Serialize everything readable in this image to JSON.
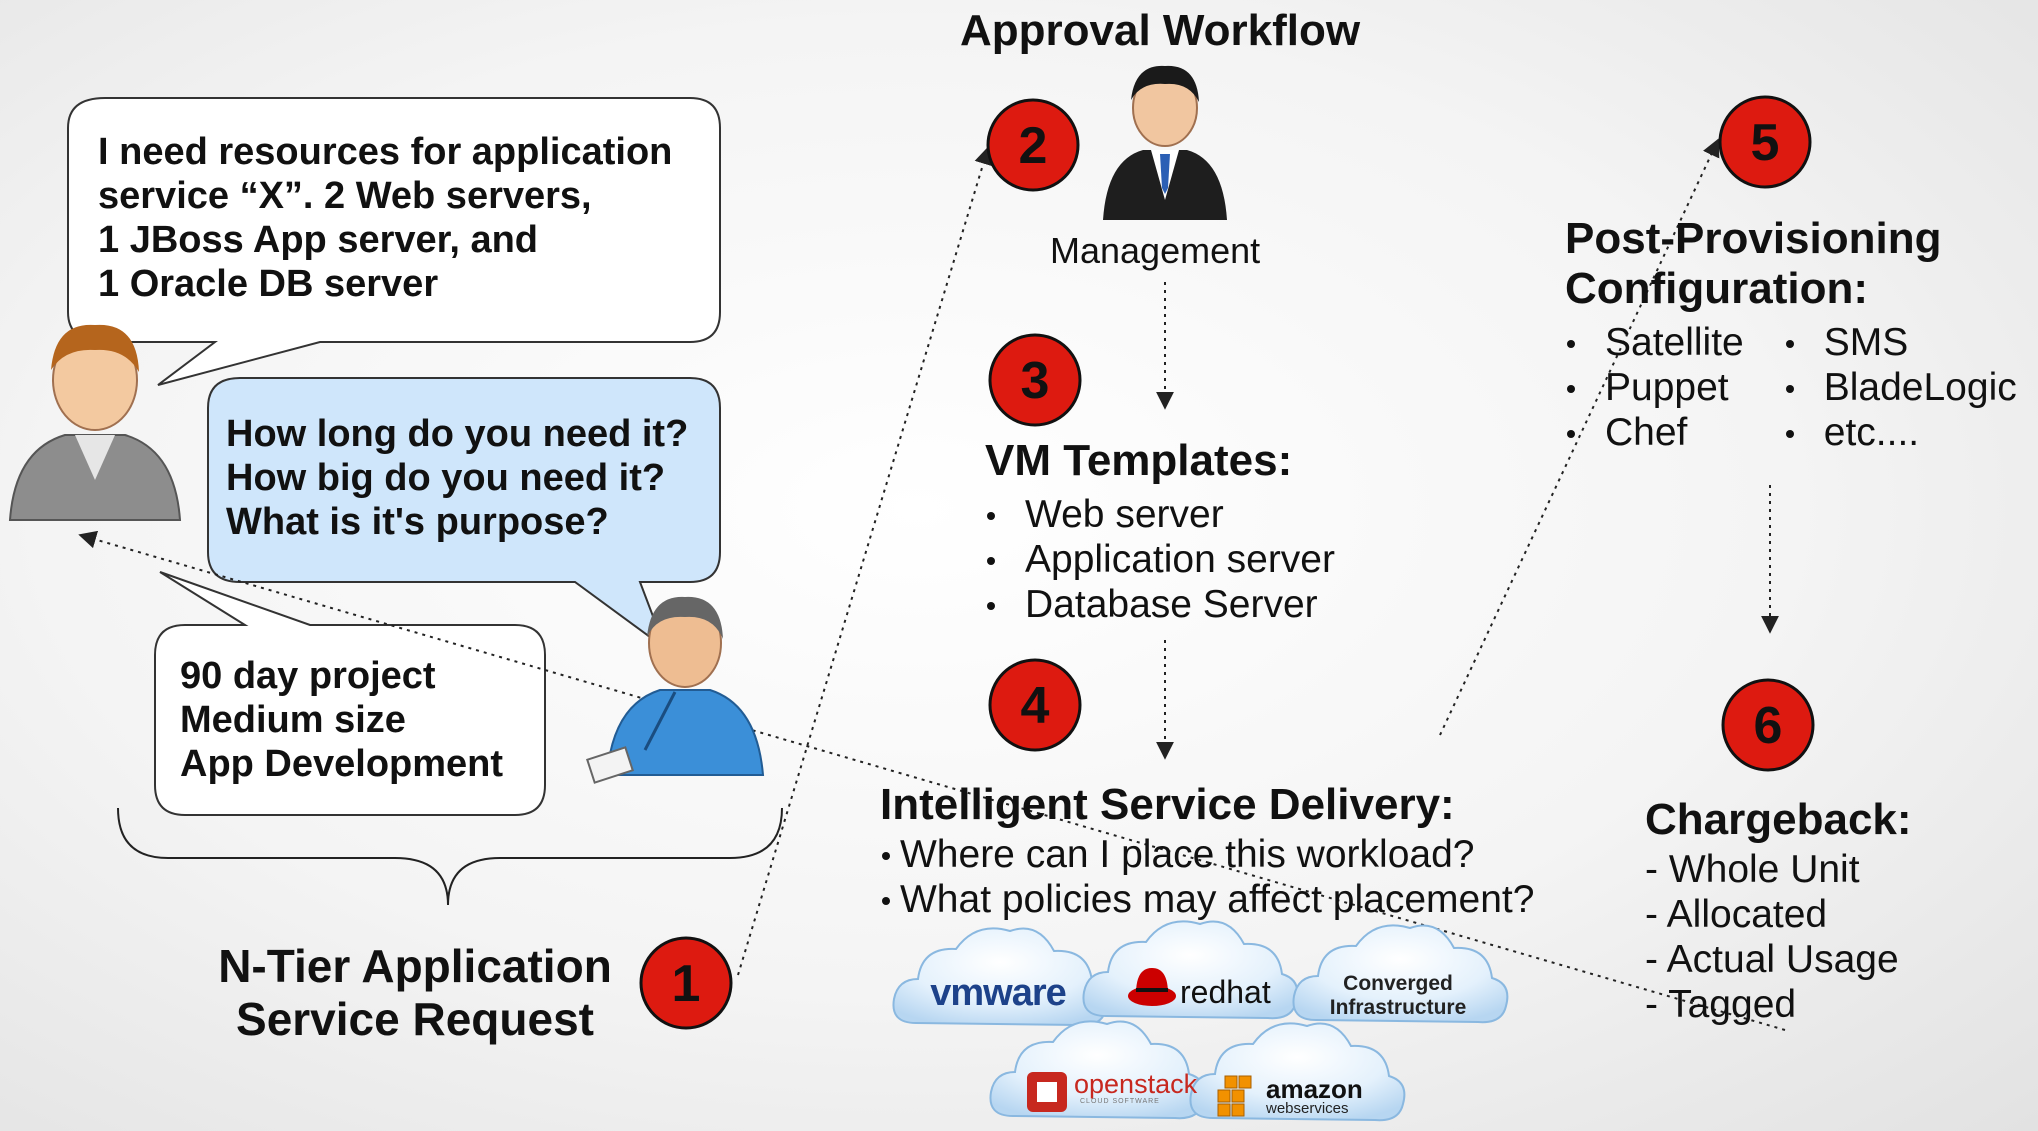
{
  "title": "Approval Workflow",
  "request_bubble": {
    "lines": [
      "I need resources for application",
      "service “X”. 2 Web servers,",
      "1 JBoss App server, and",
      "1 Oracle DB server"
    ]
  },
  "question_bubble": {
    "lines": [
      "How long do you need it?",
      "How big do you need it?",
      "What is it's purpose?"
    ]
  },
  "answer_bubble": {
    "lines": [
      "90 day project",
      "Medium size",
      "App Development"
    ]
  },
  "request_label": {
    "lines": [
      "N-Tier Application",
      "Service Request"
    ]
  },
  "management_label": "Management",
  "steps": {
    "s1": "1",
    "s2": "2",
    "s3": "3",
    "s4": "4",
    "s5": "5",
    "s6": "6"
  },
  "vm_templates": {
    "title": "VM Templates:",
    "items": [
      "Web server",
      "Application server",
      "Database Server"
    ]
  },
  "service_delivery": {
    "title": "Intelligent Service Delivery:",
    "items": [
      "Where can I place this workload?",
      "What policies may affect placement?"
    ]
  },
  "post_provisioning": {
    "title_lines": [
      "Post-Provisioning",
      "Configuration:"
    ],
    "col1": [
      "Satellite",
      "Puppet",
      "Chef"
    ],
    "col2": [
      "SMS",
      "BladeLogic",
      "etc...."
    ]
  },
  "chargeback": {
    "title": "Chargeback:",
    "items": [
      "- Whole Unit",
      "- Allocated",
      "- Actual Usage",
      "- Tagged"
    ]
  },
  "clouds": {
    "vmware": "vmware",
    "redhat": "redhat",
    "converged_line1": "Converged",
    "converged_line2": "Infrastructure",
    "openstack": "openstack",
    "openstack_sub": "CLOUD SOFTWARE",
    "amazon": "amazon",
    "amazon_sub": "webservices"
  },
  "colors": {
    "step_circle": "#dd1a10",
    "question_bubble_fill": "#cfe6fb",
    "cloud_fill": "#d9ebfb",
    "vmware_blue": "#1d428a",
    "redhat_red": "#cc0000",
    "openstack_red": "#c7281f",
    "amazon_orange": "#f29100"
  },
  "icons": [
    "requester-person-icon",
    "manager-person-icon",
    "it-admin-person-icon",
    "redhat-hat-icon",
    "openstack-logo-icon",
    "amazon-cubes-icon"
  ]
}
